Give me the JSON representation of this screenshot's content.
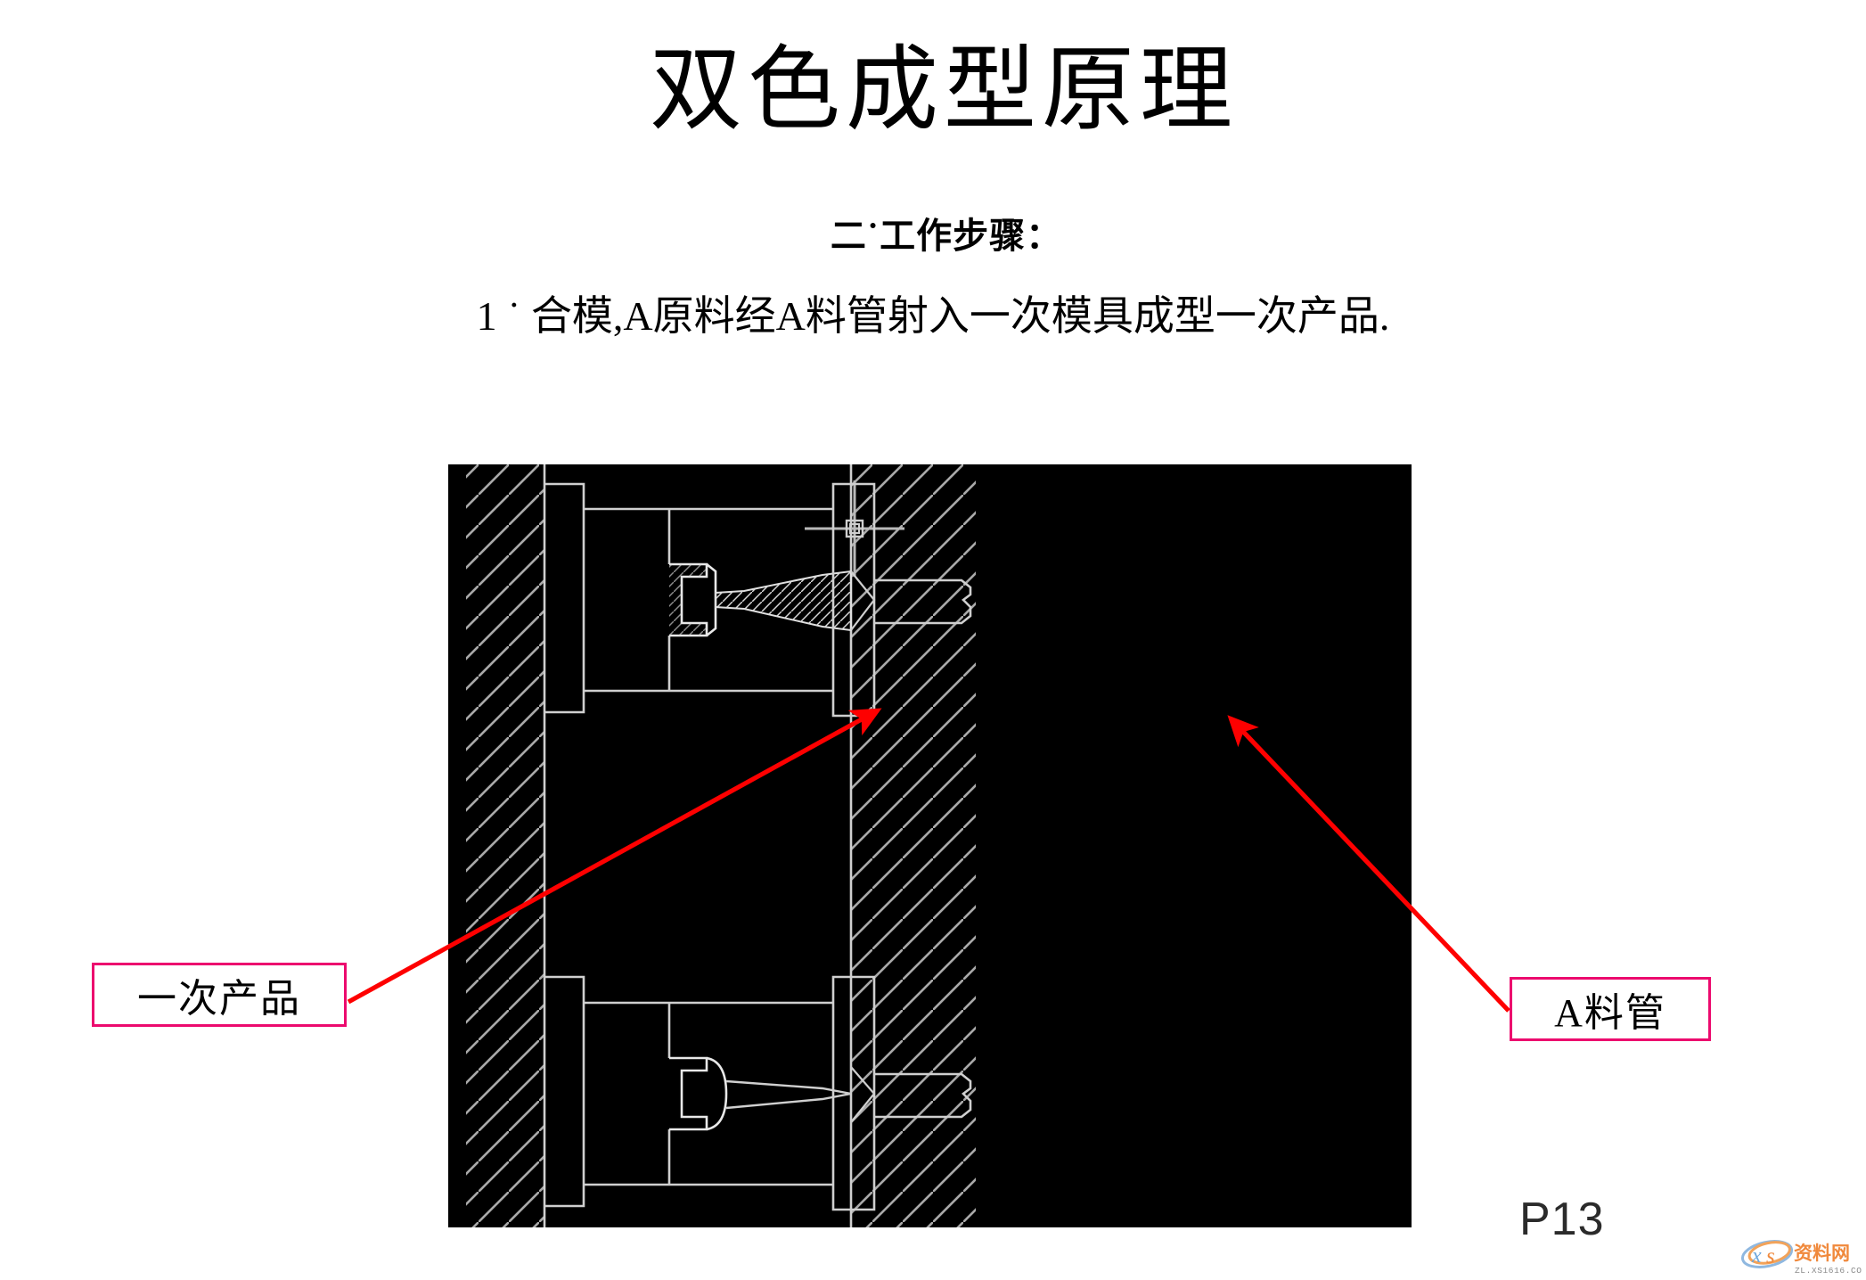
{
  "slide": {
    "title": "双色成型原理",
    "subtitle": "二˙工作步骤：",
    "step_line": "1 ˙ 合模,A原料经A料管射入一次模具成型一次产品.",
    "page_number": "P13"
  },
  "callouts": [
    {
      "id": "first-shot-product",
      "label": "一次产品",
      "border_color": "#ec0a6e",
      "arrow_color": "#fe0000"
    },
    {
      "id": "a-material-nozzle",
      "label": "A料管",
      "border_color": "#ec0a6e",
      "arrow_color": "#fe0000"
    }
  ],
  "cad_panel": {
    "background_color": "#000000",
    "line_color": "#cfcfcf",
    "hatch_color": "#a8a8a8",
    "crosshair_name": "cad-origin-crosshair"
  },
  "watermark": {
    "logo_text": "xs",
    "site_name": "资料网",
    "site_url": "ZL.XS1616.COM",
    "color_orange": "#f0893c",
    "color_blue": "#6fa8dc"
  }
}
